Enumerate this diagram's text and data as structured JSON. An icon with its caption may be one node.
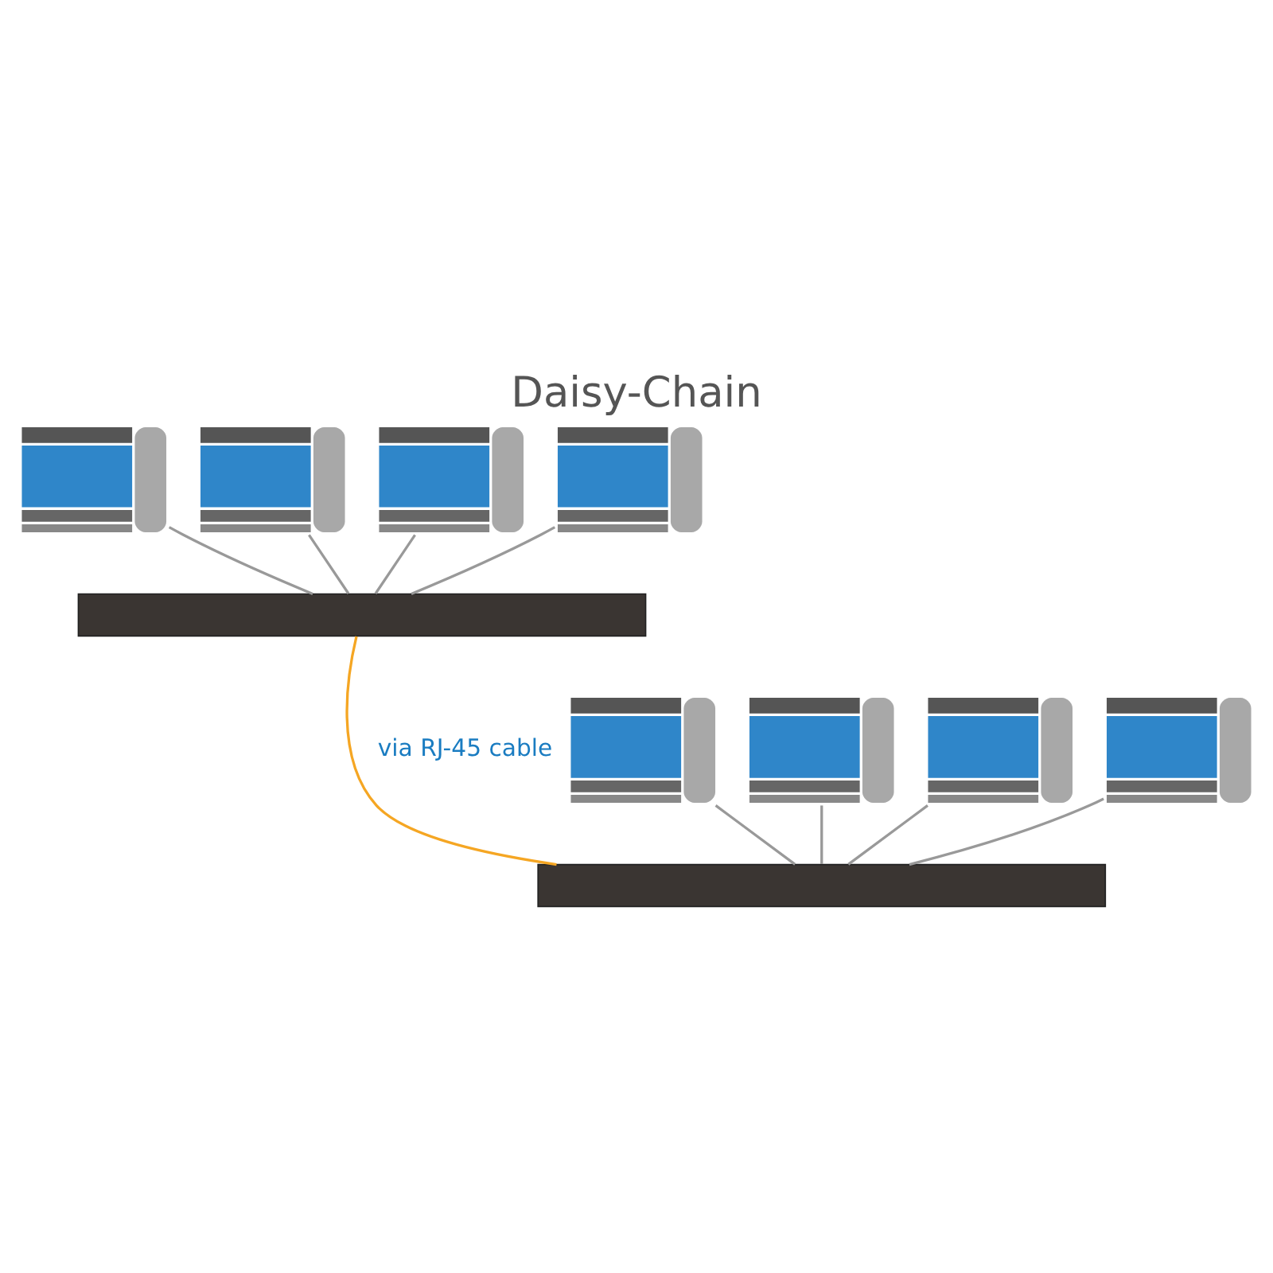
{
  "diagram": {
    "title": "Daisy-Chain",
    "nodes": [
      {
        "text": [],
        "shape": "picture"
      },
      {
        "text": [],
        "shape": "picture"
      },
      {
        "text": [],
        "shape": "picture"
      },
      {
        "text": [],
        "shape": "picture"
      },
      {
        "text": [],
        "shape": "bar"
      },
      {
        "text": [],
        "shape": "picture"
      },
      {
        "text": [],
        "shape": "picture"
      },
      {
        "text": [],
        "shape": "picture"
      },
      {
        "text": [],
        "shape": "picture"
      },
      {
        "text": [],
        "shape": "bar"
      }
    ],
    "edges": [
      {
        "from": 0,
        "to": 4,
        "arrow": "none"
      },
      {
        "from": 1,
        "to": 4,
        "arrow": "none"
      },
      {
        "from": 2,
        "to": 4,
        "arrow": "none"
      },
      {
        "from": 3,
        "to": 4,
        "arrow": "none"
      },
      {
        "from": 4,
        "to": 9,
        "arrow": "none",
        "label": "via RJ-45 cable",
        "color": "#f5a623"
      },
      {
        "from": 5,
        "to": 9,
        "arrow": "none"
      },
      {
        "from": 6,
        "to": 9,
        "arrow": "none"
      },
      {
        "from": 7,
        "to": 9,
        "arrow": "none"
      },
      {
        "from": 8,
        "to": 9,
        "arrow": "none"
      }
    ]
  }
}
